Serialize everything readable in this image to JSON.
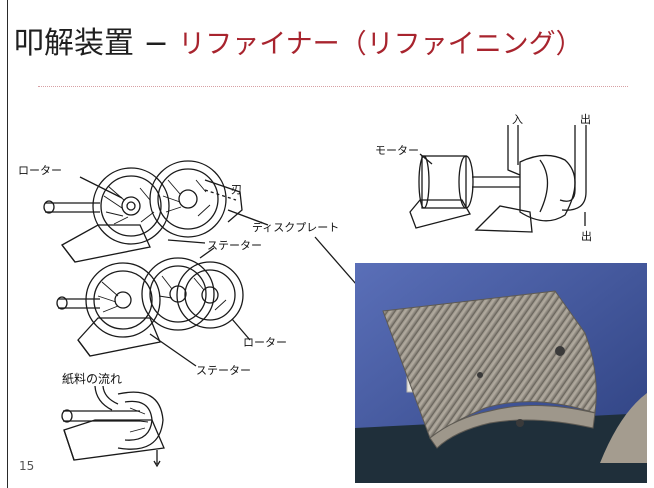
{
  "slide": {
    "title_main": "叩解装置 − ",
    "title_sub": "リファイナー（リファイニング）",
    "page_number": "15"
  },
  "diagram_labels": {
    "rotor_top": "ローター",
    "blade": "刃",
    "disc_plate": "ディスクプレート",
    "stator_mid": "ステーター",
    "rotor_bottom": "ローター",
    "stator_bottom": "ステーター",
    "stock_flow": "紙料の流れ",
    "motor": "モーター",
    "inlet": "入",
    "outlet_top": "出",
    "outlet_bottom": "出"
  },
  "colors": {
    "title_accent": "#a8242e",
    "divider": "#d7a0a4"
  }
}
